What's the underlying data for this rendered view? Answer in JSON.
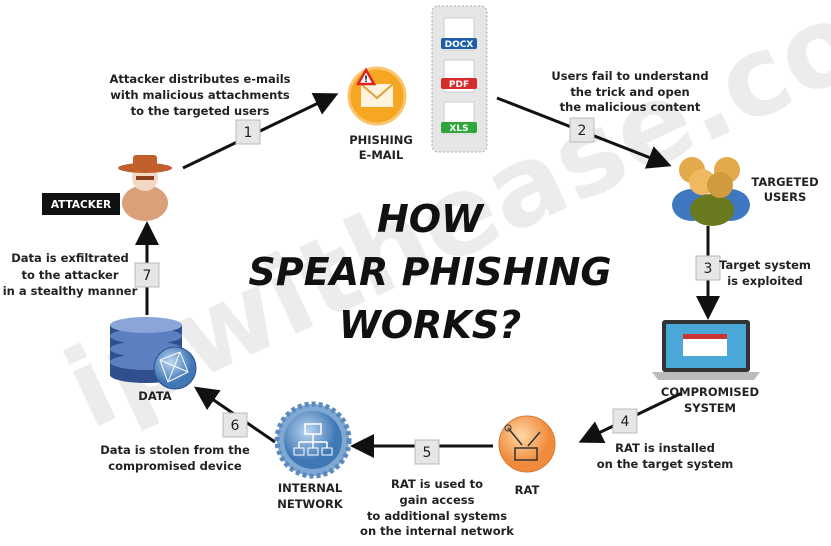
{
  "title": {
    "lines": [
      "HOW",
      "SPEAR PHISHING",
      "WORKS?"
    ]
  },
  "watermark": "ipwithease.com",
  "nodes": {
    "attacker": {
      "label": "ATTACKER",
      "icon": "spy-icon"
    },
    "phishing_email": {
      "lines": [
        "PHISHING",
        "E-MAIL"
      ],
      "icon": "envelope-warning-icon"
    },
    "attachments": {
      "items": [
        "DOCX",
        "PDF",
        "XLS"
      ],
      "colors": [
        "#1f5fa8",
        "#d52b2b",
        "#2ea63a"
      ]
    },
    "targeted_users": {
      "lines": [
        "TARGETED",
        "USERS"
      ],
      "icon": "users-group-icon"
    },
    "compromised_system": {
      "lines": [
        "COMPROMISED",
        "SYSTEM"
      ],
      "icon": "laptop-icon"
    },
    "rat": {
      "label": "RAT",
      "icon": "rat-icon"
    },
    "internal_network": {
      "lines": [
        "INTERNAL",
        "NETWORK"
      ],
      "icon": "network-gear-icon"
    },
    "data": {
      "label": "DATA",
      "icon": "database-icon"
    }
  },
  "steps": [
    {
      "num": "1",
      "lines": [
        "Attacker distributes e-mails",
        "with malicious attachments",
        "to the targeted users"
      ]
    },
    {
      "num": "2",
      "lines": [
        "Users fail to understand",
        "the trick and open",
        "the malicious content"
      ]
    },
    {
      "num": "3",
      "lines": [
        "Target system",
        "is exploited"
      ]
    },
    {
      "num": "4",
      "lines": [
        "RAT is installed",
        "on the target system"
      ]
    },
    {
      "num": "5",
      "lines": [
        "RAT is used to",
        "gain access",
        "to additional systems",
        "on the internal network"
      ]
    },
    {
      "num": "6",
      "lines": [
        "Data is stolen from the",
        "compromised device"
      ]
    },
    {
      "num": "7",
      "lines": [
        "Data is exfiltrated",
        "to the attacker",
        "in a stealthy manner"
      ]
    }
  ]
}
